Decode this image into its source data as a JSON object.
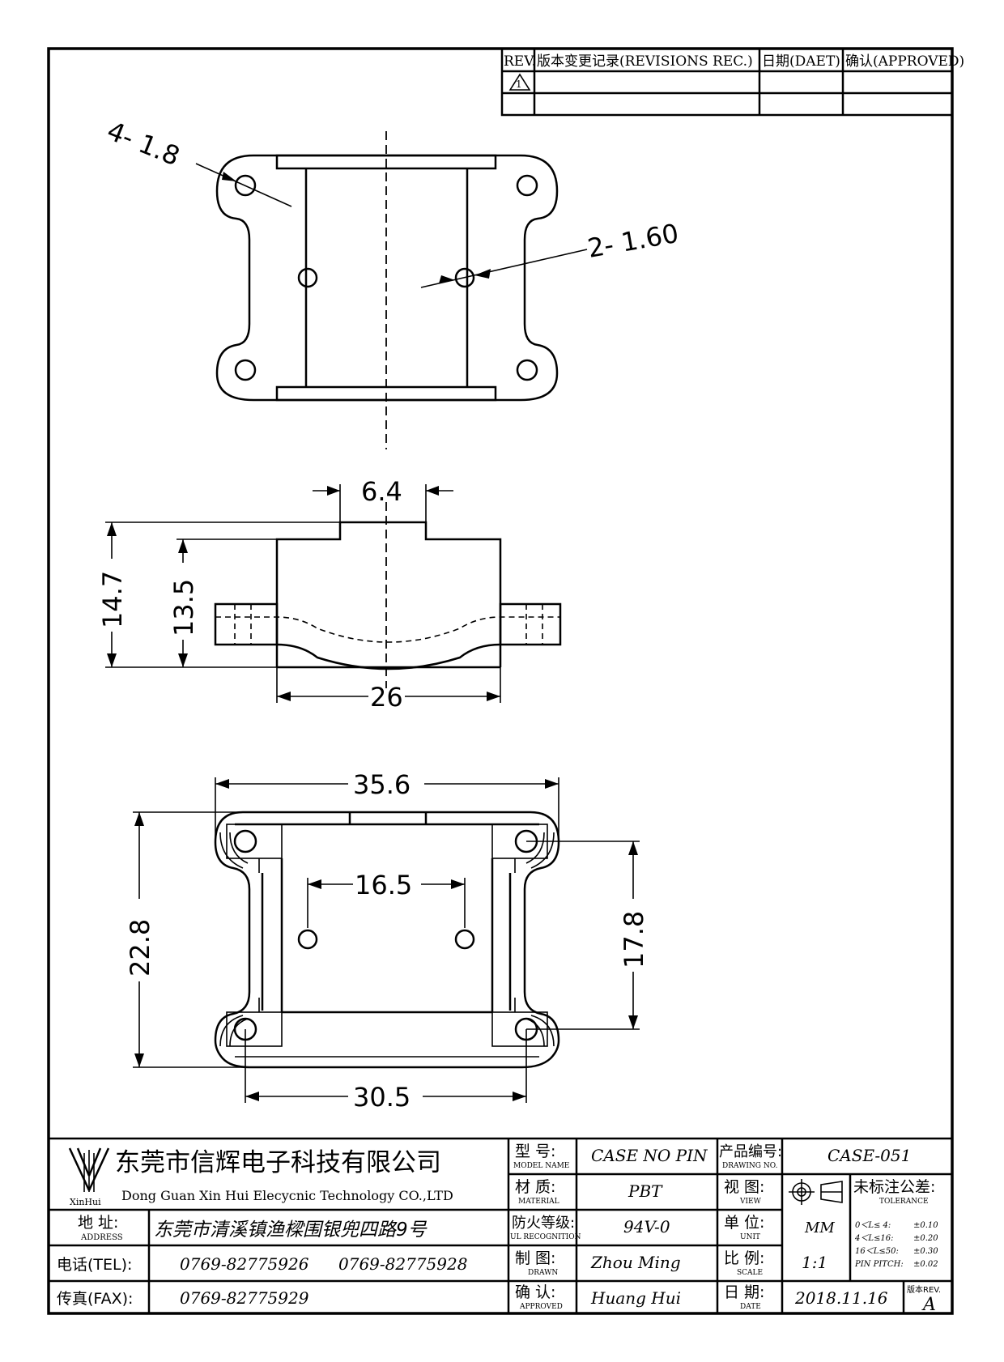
{
  "revision_table": {
    "col_rev": "REV.",
    "col_record": "版本变更记录(REVISIONS REC.)",
    "col_date": "日期(DAET)",
    "col_approved": "确认(APPROVED)",
    "row_mark": "1"
  },
  "dimensions": {
    "top_holes": "4- 1.8",
    "top_pins": "2- 1.60",
    "side_step": "6.4",
    "side_total_height": "14.7",
    "side_body_height": "13.5",
    "side_width": "26",
    "bottom_total_width": "35.6",
    "bottom_pin_spacing": "16.5",
    "bottom_total_height": "22.8",
    "bottom_hole_vertical": "17.8",
    "bottom_hole_horizontal": "30.5"
  },
  "title_block": {
    "logo_text": "XinHui",
    "company_cn": "东莞市信辉电子科技有限公司",
    "company_en": "Dong Guan Xin Hui Elecycnic Technology CO.,LTD",
    "address_label": "地 址:",
    "address_label_en": "ADDRESS",
    "address_value": "东莞市清溪镇渔樑围银兜四路9号",
    "tel_label": "电话(TEL):",
    "tel_value_1": "0769-82775926",
    "tel_value_2": "0769-82775928",
    "fax_label": "传真(FAX):",
    "fax_value": "0769-82775929",
    "model_label": "型 号:",
    "model_label_en": "MODEL NAME",
    "model_value": "CASE NO PIN",
    "material_label": "材 质:",
    "material_label_en": "MATERIAL",
    "material_value": "PBT",
    "ul_label": "防火等级:",
    "ul_label_en": "UL RECOGNITION",
    "ul_value": "94V-0",
    "drawn_label": "制 图:",
    "drawn_label_en": "DRAWN",
    "drawn_value": "Zhou Ming",
    "approved_label": "确 认:",
    "approved_label_en": "APPROVED",
    "approved_value": "Huang Hui",
    "drawing_no_label": "产品编号:",
    "drawing_no_label_en": "DRAWING NO.",
    "drawing_no_value": "CASE-051",
    "view_label": "视 图:",
    "view_label_en": "VIEW",
    "unit_label": "单 位:",
    "unit_label_en": "UNIT",
    "unit_value": "MM",
    "scale_label": "比 例:",
    "scale_label_en": "SCALE",
    "scale_value": "1:1",
    "date_label": "日 期:",
    "date_label_en": "DATE",
    "date_value": "2018.11.16",
    "tolerance_title": "未标注公差:",
    "tolerance_title_en": "TOLERANCE",
    "tolerance_rows": [
      {
        "range": "0＜L≤ 4:",
        "value": "±0.10"
      },
      {
        "range": "4＜L≤16:",
        "value": "±0.20"
      },
      {
        "range": "16＜L≤50:",
        "value": "±0.30"
      },
      {
        "range": "PIN PITCH:",
        "value": "±0.02"
      }
    ],
    "rev_label": "版本REV.",
    "rev_value": "A"
  }
}
